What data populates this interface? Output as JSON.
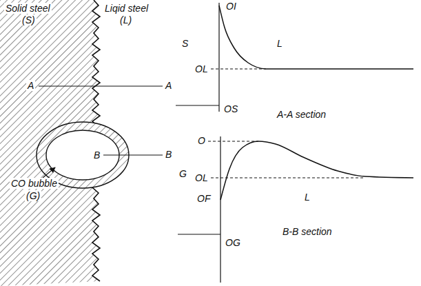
{
  "diagram": {
    "nodes": [
      {
        "text": [
          "B"
        ]
      }
    ],
    "labels": [
      "Solid steel",
      "(S)",
      "Liqid steel",
      "(L)",
      "A",
      "A",
      "B",
      "CO bubble",
      "(G)",
      "OI",
      "S",
      "L",
      "OL",
      "OS",
      "A-A section",
      "O",
      "OL",
      "G",
      "OF",
      "L",
      "B-B section",
      "OG"
    ]
  }
}
